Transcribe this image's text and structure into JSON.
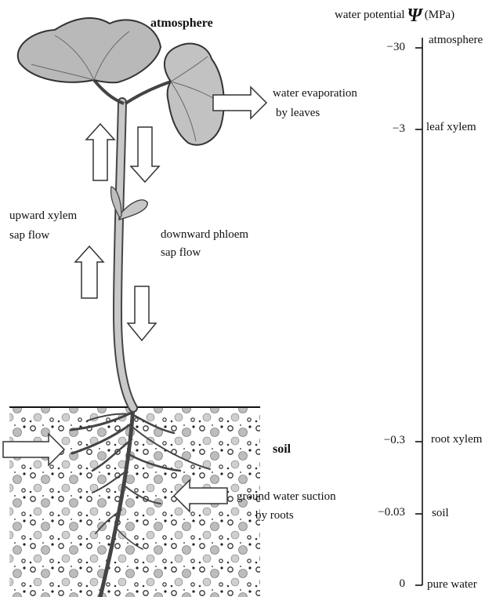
{
  "labels": {
    "atmosphere": "atmosphere",
    "evaporation": [
      "water evaporation",
      "by leaves"
    ],
    "upward": [
      "upward xylem",
      "sap flow"
    ],
    "downward": [
      "downward phloem",
      "sap flow"
    ],
    "soil": "soil",
    "suction": [
      "ground water suction",
      "by roots"
    ]
  },
  "scale": {
    "title": "water potential",
    "symbol": "Ψ",
    "unit": "(MPa)",
    "ticks": [
      {
        "value": "−30",
        "label": "atmosphere"
      },
      {
        "value": "−3",
        "label": "leaf xylem"
      },
      {
        "value": "−0.3",
        "label": "root xylem"
      },
      {
        "value": "−0.03",
        "label": "soil"
      },
      {
        "value": "0",
        "label": "pure water"
      }
    ]
  }
}
